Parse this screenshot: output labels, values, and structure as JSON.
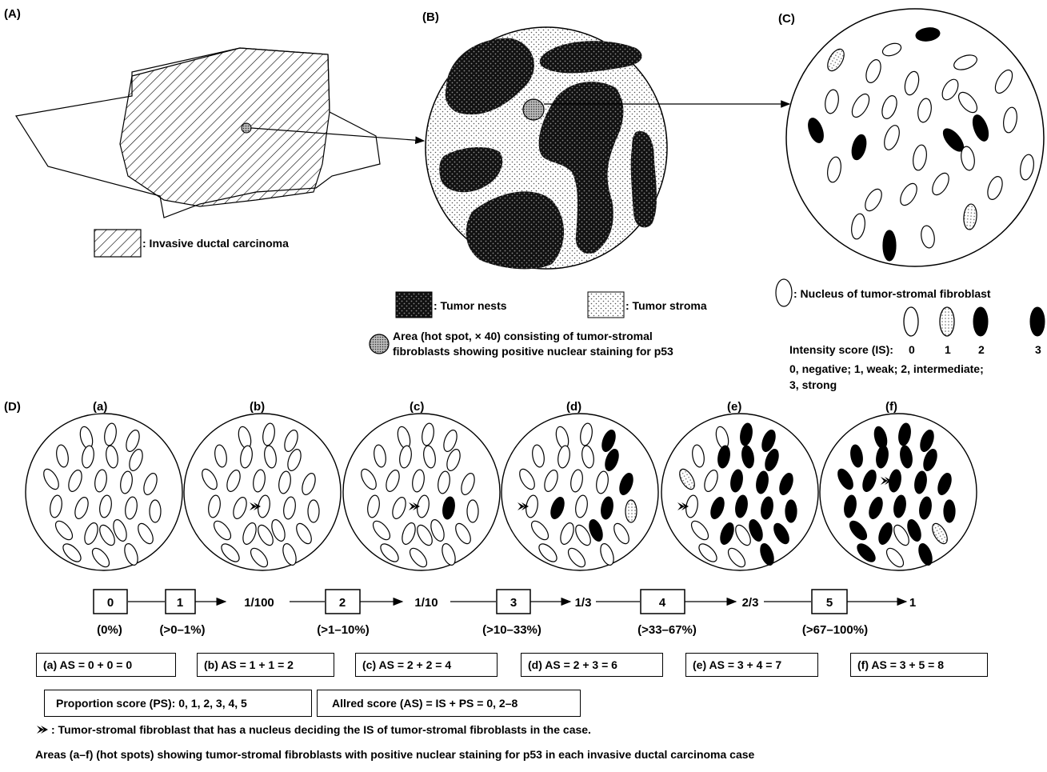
{
  "panels": {
    "A": "(A)",
    "B": "(B)",
    "C": "(C)",
    "D": "(D)"
  },
  "legend": {
    "invasive": ": Invasive ductal carcinoma",
    "nests": ": Tumor nests",
    "stroma": ": Tumor stroma",
    "hotspot_line1": "Area (hot spot, × 40) consisting of tumor-stromal",
    "hotspot_line2": "fibroblasts showing positive nuclear staining for p53",
    "nucleus": ": Nucleus of tumor-stromal fibroblast"
  },
  "intensity": {
    "label": "Intensity score (IS):",
    "scores": [
      "0",
      "1",
      "2",
      "3"
    ],
    "desc_line1": "0, negative; 1, weak; 2, intermediate;",
    "desc_line2": "3, strong"
  },
  "cases": [
    "(a)",
    "(b)",
    "(c)",
    "(d)",
    "(e)",
    "(f)"
  ],
  "proportion_boxes": [
    "0",
    "1",
    "2",
    "3",
    "4",
    "5"
  ],
  "thresholds": [
    "1/100",
    "1/10",
    "1/3",
    "2/3",
    "1"
  ],
  "ranges": [
    "(0%)",
    "(>0–1%)",
    "(>1–10%)",
    "(>10–33%)",
    "(>33–67%)",
    "(>67–100%)"
  ],
  "allred": [
    "(a) AS = 0 + 0 = 0",
    "(b)  AS = 1 + 1 = 2",
    "(c)   AS = 2 + 2 = 4",
    "(d)  AS = 2 + 3 = 6",
    "(e)  AS = 3 + 4 = 7",
    "(f)      AS = 3 + 5 = 8"
  ],
  "ps_box": "Proportion score (PS): 0, 1, 2, 3, 4, 5",
  "as_box": "Allred score (AS) = IS + PS = 0, 2–8",
  "footnote1": ": Tumor-stromal fibroblast that has a nucleus deciding the IS of tumor-stromal fibroblasts in the case.",
  "footnote2": "Areas (a–f) (hot spots) showing tumor-stromal fibroblasts with positive nuclear staining for p53 in each invasive ductal carcinoma case",
  "icons": {
    "pointer": "arrowhead-marker-icon"
  },
  "colors": {
    "ink": "#000000",
    "paper": "#ffffff",
    "stipple": "#444444"
  }
}
